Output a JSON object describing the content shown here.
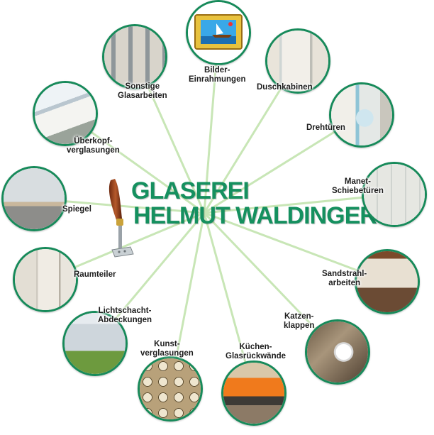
{
  "title": {
    "line1": "GLASEREI",
    "line2": "HELMUT  WALDINGER"
  },
  "colors": {
    "accent": "#178a5a",
    "title": "#15905f",
    "spoke": "#c8e6b6"
  },
  "icons": {
    "center": "glazing-tool-icon"
  },
  "categories": [
    {
      "id": "bilder-einrahmungen",
      "label": "Bilder-\nEinrahmungen"
    },
    {
      "id": "duschkabinen",
      "label": "Duschkabinen"
    },
    {
      "id": "drehtueren",
      "label": "Drehtüren"
    },
    {
      "id": "manet-schiebetueren",
      "label": "Manet-\nSchiebetüren"
    },
    {
      "id": "sandstrahlarbeiten",
      "label": "Sandstrahl-\narbeiten"
    },
    {
      "id": "katzenklappen",
      "label": "Katzen-\nklappen"
    },
    {
      "id": "kuechen-glasrueckwaende",
      "label": "Küchen-\nGlasrückwände"
    },
    {
      "id": "kunstverglasungen",
      "label": "Kunst-\nverglasungen"
    },
    {
      "id": "lichtschacht-abdeckungen",
      "label": "Lichtschacht-\nAbdeckungen"
    },
    {
      "id": "raumteiler",
      "label": "Raumteiler"
    },
    {
      "id": "spiegel",
      "label": "Spiegel"
    },
    {
      "id": "ueberkopfverglasungen",
      "label": "Überkopf-\nverglasungen"
    },
    {
      "id": "sonstige-glasarbeiten",
      "label": "Sonstige\nGlasarbeiten"
    }
  ]
}
